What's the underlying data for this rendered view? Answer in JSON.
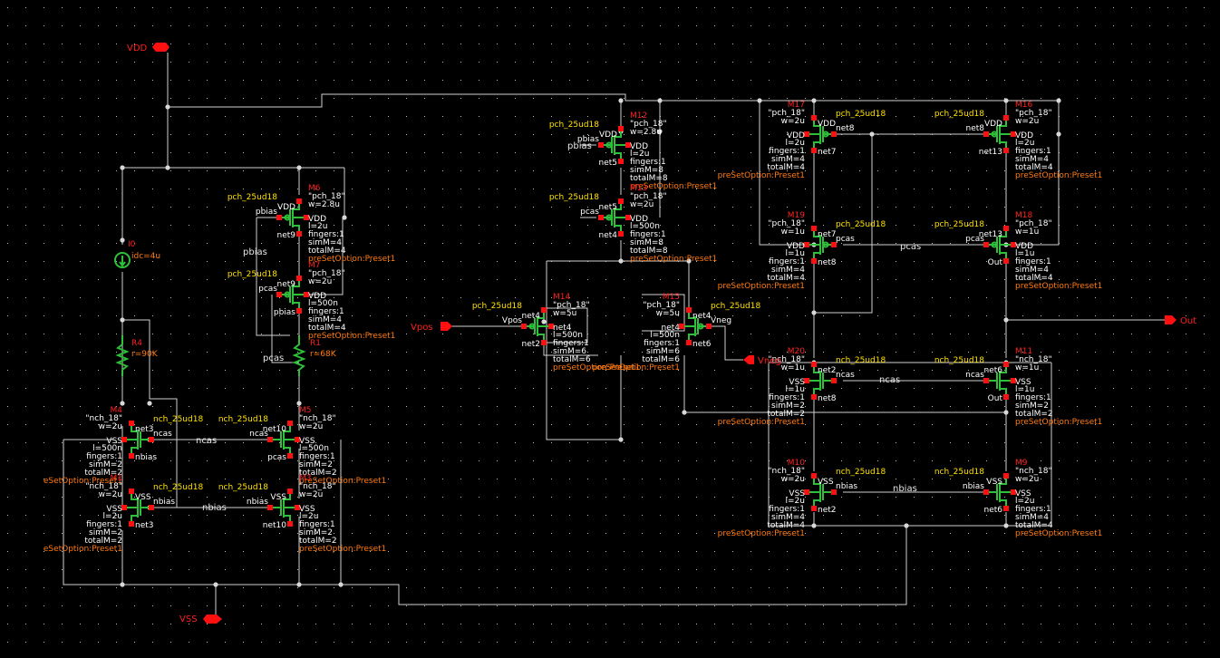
{
  "ports": {
    "vdd": "VDD",
    "vss": "VSS",
    "vpos": "Vpos",
    "vneg": "Vneg",
    "out": "Out"
  },
  "nets": {
    "pbias": "pbias",
    "pcas": "pcas",
    "ncas": "ncas",
    "nbias": "nbias",
    "pcas_right": "pcas",
    "ncas_right": "ncas",
    "nbias_right": "nbias",
    "pbias_m12": "pbias"
  },
  "components": {
    "I0": {
      "name": "I0",
      "param": "idc=4u"
    },
    "R4": {
      "name": "R4",
      "param": "r=90K"
    },
    "R1": {
      "name": "R1",
      "param": "r=68K"
    }
  },
  "transistors": [
    {
      "id": "M6",
      "lib": "pch_25ud18",
      "model": "\"pch_18\"",
      "w": "w=2.8u",
      "l": "l=2u",
      "fingers": "fingers:1",
      "simM": "simM=4",
      "totalM": "totalM=4",
      "preset": "preSetOption:Preset1",
      "g": "pbias",
      "d": "net9",
      "s": "VDD",
      "b": "VDD"
    },
    {
      "id": "M7",
      "lib": "pch_25ud18",
      "model": "\"pch_18\"",
      "w": "w=2u",
      "l": "l=500n",
      "fingers": "fingers:1",
      "simM": "simM=4",
      "totalM": "totalM=4",
      "preset": "preSetOption:Preset1",
      "g": "pcas",
      "d": "pbias",
      "s": "net9",
      "b": "VDD"
    },
    {
      "id": "M4",
      "lib": "nch_25ud18",
      "model": "\"nch_18\"",
      "w": "w=2u",
      "l": "l=500n",
      "fingers": "fingers:1",
      "simM": "simM=2",
      "totalM": "totalM=2",
      "preset": "eSetOption:Preset1",
      "g": "ncas",
      "d": "nbias",
      "s": "net3",
      "b": "VSS"
    },
    {
      "id": "M1",
      "lib": "nch_25ud18",
      "model": "\"nch_18\"",
      "w": "w=2u",
      "l": "l=2u",
      "fingers": "fingers:1",
      "simM": "simM=2",
      "totalM": "totalM=2",
      "preset": "eSetOption:Preset1",
      "g": "nbias",
      "d": "net3",
      "s": "VSS",
      "b": "VSS"
    },
    {
      "id": "M5",
      "lib": "nch_25ud18",
      "model": "\"nch_18\"",
      "w": "w=2u",
      "l": "l=500n",
      "fingers": "fingers:1",
      "simM": "simM=2",
      "totalM": "totalM=2",
      "preset": "preSetOption:Preset1",
      "g": "ncas",
      "d": "pcas",
      "s": "net10",
      "b": "VSS"
    },
    {
      "id": "M3",
      "lib": "nch_25ud18",
      "model": "\"nch_18\"",
      "w": "w=2u",
      "l": "l=2u",
      "fingers": "fingers:1",
      "simM": "simM=2",
      "totalM": "totalM=2",
      "preset": "preSetOption:Preset1",
      "g": "nbias",
      "d": "net10",
      "s": "VSS",
      "b": "VSS"
    },
    {
      "id": "M12",
      "lib": "pch_25ud18",
      "model": "\"pch_18\"",
      "w": "w=2.8u",
      "l": "l=2u",
      "fingers": "fingers:1",
      "simM": "simM=8",
      "totalM": "totalM=8",
      "preset": "preSetOption:Preset1",
      "g": "pbias",
      "d": "net5",
      "s": "VDD",
      "b": "VDD"
    },
    {
      "id": "M13",
      "lib": "pch_25ud18",
      "model": "\"pch_18\"",
      "w": "w=2u",
      "l": "l=500n",
      "fingers": "fingers:1",
      "simM": "simM=8",
      "totalM": "totalM=8",
      "preset": "preSetOption:Preset1",
      "g": "pcas",
      "d": "net4",
      "s": "net5",
      "b": "VDD"
    },
    {
      "id": "M14",
      "lib": "pch_25ud18",
      "model": "\"pch_18\"",
      "w": "w=5u",
      "l": "l=500n",
      "fingers": "fingers:1",
      "simM": "simM=6",
      "totalM": "totalM=6",
      "preset": "preSetOption:Preset1",
      "g": "Vpos",
      "d": "net2",
      "s": "net4",
      "b": "net4"
    },
    {
      "id": "M15",
      "lib": "pch_25ud18",
      "model": "\"pch_18\"",
      "w": "w=5u",
      "l": "l=500n",
      "fingers": "fingers:1",
      "simM": "simM=6",
      "totalM": "totalM=6",
      "preset": "preSetOption:Preset1",
      "g": "Vneg",
      "d": "net6",
      "s": "net4",
      "b": "net4"
    },
    {
      "id": "M17",
      "lib": "pch_25ud18",
      "model": "\"pch_18\"",
      "w": "w=2u",
      "l": "l=2u",
      "fingers": "fingers:1",
      "simM": "simM=4",
      "totalM": "totalM=4",
      "preset": "preSetOption:Preset1",
      "g": "net8",
      "d": "net7",
      "s": "VDD",
      "b": "VDD"
    },
    {
      "id": "M16",
      "lib": "pch_25ud18",
      "model": "\"pch_18\"",
      "w": "w=2u",
      "l": "l=2u",
      "fingers": "fingers:1",
      "simM": "simM=4",
      "totalM": "totalM=4",
      "preset": "preSetOption:Preset1",
      "g": "net8",
      "d": "net13",
      "s": "VDD",
      "b": "VDD"
    },
    {
      "id": "M19",
      "lib": "pch_25ud18",
      "model": "\"pch_18\"",
      "w": "w=1u",
      "l": "l=1u",
      "fingers": "fingers:1",
      "simM": "simM=4",
      "totalM": "totalM=4",
      "preset": "preSetOption:Preset1",
      "g": "pcas",
      "d": "net8",
      "s": "net7",
      "b": "VDD"
    },
    {
      "id": "M18",
      "lib": "pch_25ud18",
      "model": "\"pch_18\"",
      "w": "w=1u",
      "l": "l=1u",
      "fingers": "fingers:1",
      "simM": "simM=4",
      "totalM": "totalM=4",
      "preset": "preSetOption:Preset1",
      "g": "pcas",
      "d": "Out",
      "s": "net13",
      "b": "VDD"
    },
    {
      "id": "M20",
      "lib": "nch_25ud18",
      "model": "\"nch_18\"",
      "w": "w=1u",
      "l": "l=1u",
      "fingers": "fingers:1",
      "simM": "simM=2",
      "totalM": "totalM=2",
      "preset": "preSetOption:Preset1",
      "g": "ncas",
      "d": "net8",
      "s": "net2",
      "b": "VSS"
    },
    {
      "id": "M11",
      "lib": "nch_25ud18",
      "model": "\"nch_18\"",
      "w": "w=1u",
      "l": "l=1u",
      "fingers": "fingers:1",
      "simM": "simM=2",
      "totalM": "totalM=2",
      "preset": "preSetOption:Preset1",
      "g": "ncas",
      "d": "Out",
      "s": "net6",
      "b": "VSS"
    },
    {
      "id": "M10",
      "lib": "nch_25ud18",
      "model": "\"nch_18\"",
      "w": "w=2u",
      "l": "l=2u",
      "fingers": "fingers:1",
      "simM": "simM=4",
      "totalM": "totalM=4",
      "preset": "preSetOption:Preset1",
      "g": "nbias",
      "d": "net2",
      "s": "VSS",
      "b": "VSS"
    },
    {
      "id": "M9",
      "lib": "nch_25ud18",
      "model": "\"nch_18\"",
      "w": "w=2u",
      "l": "l=2u",
      "fingers": "fingers:1",
      "simM": "simM=4",
      "totalM": "totalM=4",
      "preset": "preSetOption:Preset1",
      "g": "nbias",
      "d": "net6",
      "s": "VSS",
      "b": "VSS"
    }
  ]
}
